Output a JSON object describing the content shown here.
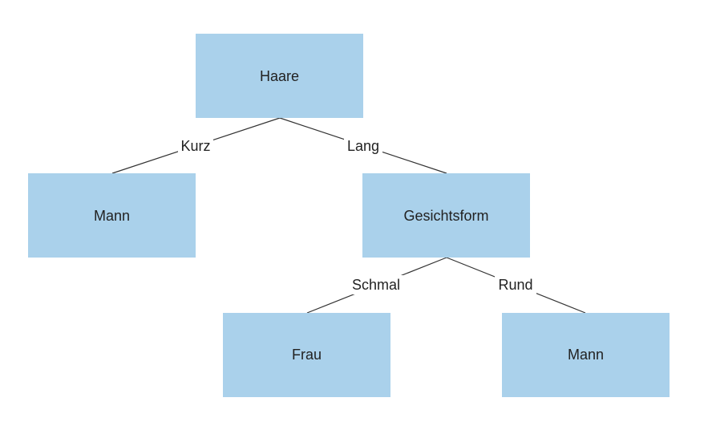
{
  "tree": {
    "root": {
      "label": "Haare",
      "color": "#aad1eb"
    },
    "root_left": {
      "label": "Mann"
    },
    "root_right": {
      "label": "Gesichtsform"
    },
    "right_left": {
      "label": "Frau"
    },
    "right_right": {
      "label": "Mann"
    }
  },
  "edges": {
    "kurz": "Kurz",
    "lang": "Lang",
    "schmal": "Schmal",
    "rund": "Rund"
  }
}
